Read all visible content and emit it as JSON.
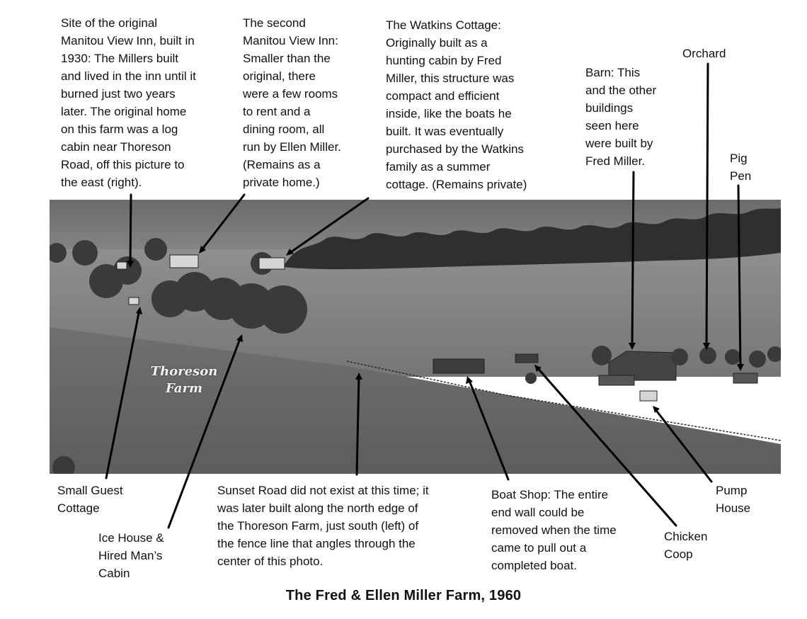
{
  "annotations": {
    "original_inn": "Site of the original\nManitou View Inn, built in\n1930: The Millers built\nand lived in the inn until it\nburned just two years\nlater. The original home\non this farm was a log\ncabin near Thoreson\nRoad, off this picture to\nthe east (right).",
    "second_inn": "The second\nManitou View Inn:\nSmaller than the\noriginal, there\nwere a few rooms\nto rent and a\ndining room, all\nrun by Ellen Miller.\n(Remains as a\nprivate home.)",
    "watkins": "The Watkins Cottage:\nOriginally built as a\nhunting cabin by Fred\nMiller, this structure was\ncompact and efficient\ninside, like the boats he\nbuilt. It was eventually\npurchased by the Watkins\nfamily as a summer\ncottage. (Remains private)",
    "barn": "Barn: This\nand the other\nbuildings\nseen here\nwere built by\nFred Miller.",
    "orchard": "Orchard",
    "pig_pen": "Pig\nPen",
    "guest_cottage": "Small Guest\nCottage",
    "ice_house": "Ice House &\nHired Man’s\nCabin",
    "sunset_road": "Sunset Road did not exist at this time; it\nwas later built along the north edge of\nthe Thoreson Farm, just south (left) of\nthe fence line that angles through the\ncenter of this photo.",
    "boat_shop": "Boat Shop: The entire\nend wall could be\nremoved when the time\ncame to pull out a\ncompleted boat.",
    "chicken_coop": "Chicken\nCoop",
    "pump_house": "Pump\nHouse"
  },
  "photo": {
    "farm_label": "Thoreson\nFarm"
  },
  "caption": "The Fred & Ellen Miller Farm, 1960"
}
